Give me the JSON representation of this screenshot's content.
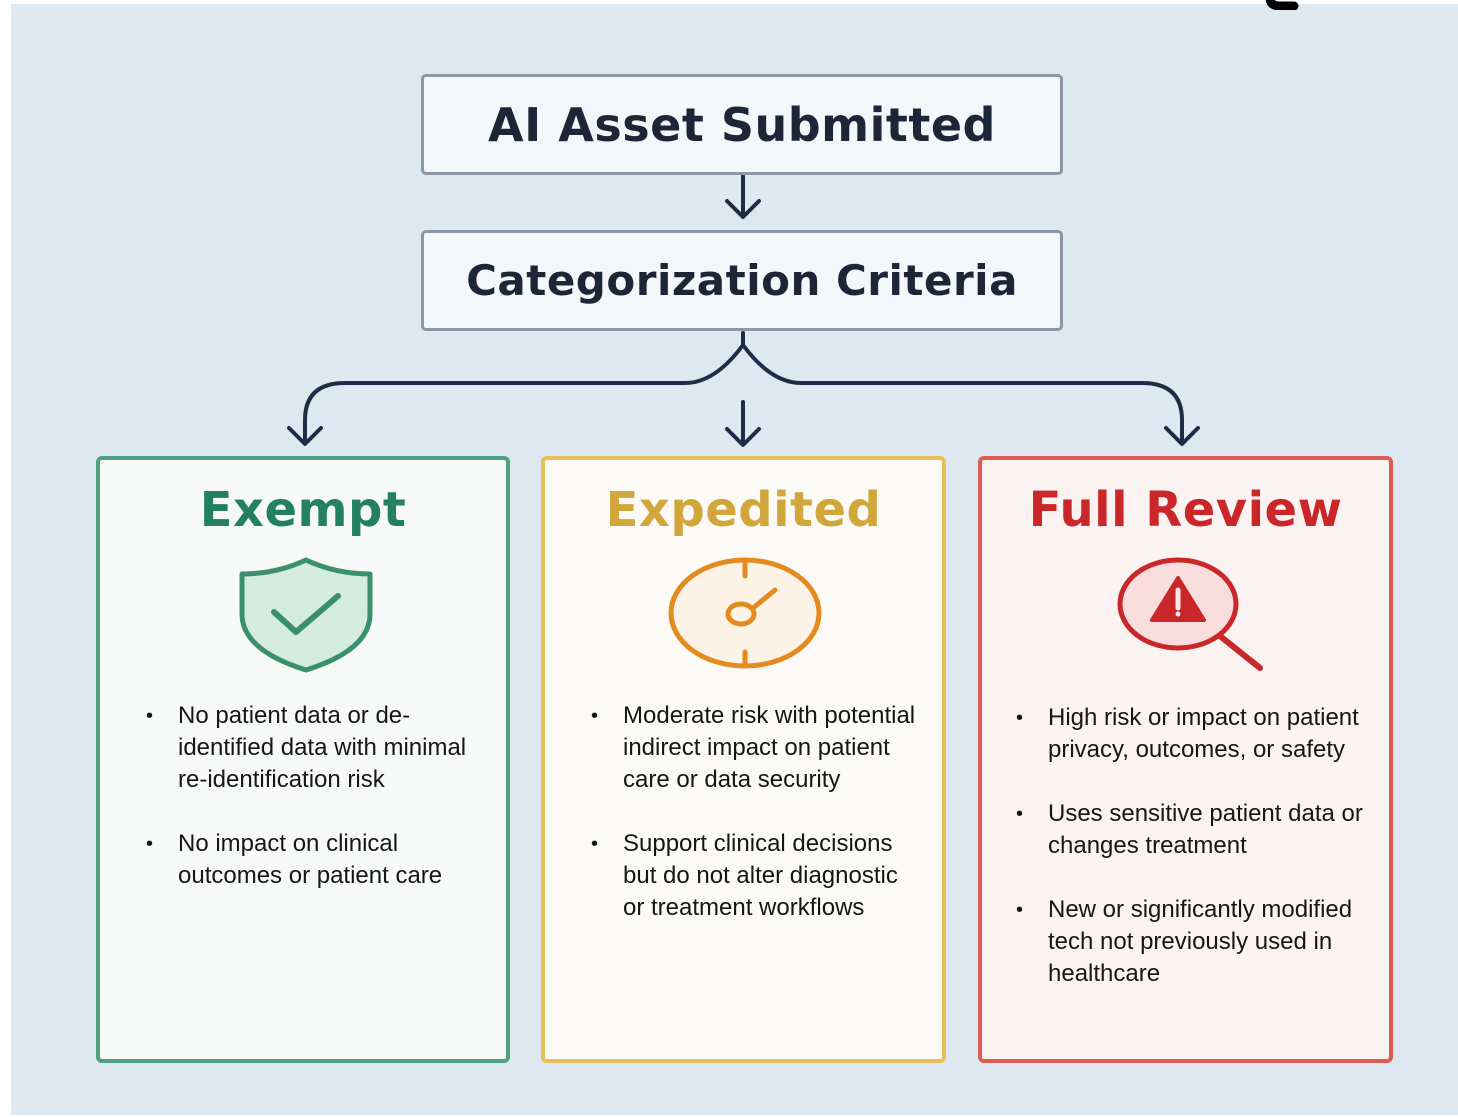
{
  "flow": {
    "top_box": "AI Asset Submitted",
    "criteria_box": "Categorization Criteria"
  },
  "categories": [
    {
      "title": "Exempt",
      "icon": "shield-check-icon",
      "color": "#238062",
      "border_color": "#4fa27e",
      "bullets": [
        "No patient data or de-identified data with minimal re-identification risk",
        "No impact on clinical outcomes or patient care"
      ]
    },
    {
      "title": "Expedited",
      "icon": "stopwatch-icon",
      "color": "#d1a63a",
      "border_color": "#e7be5a",
      "bullets": [
        "Moderate risk with potential indirect impact on patient care or data security",
        "Support clinical decisions but do not alter diagnostic or treatment workflows"
      ]
    },
    {
      "title": "Full Review",
      "icon": "warning-magnifier-icon",
      "color": "#c9272a",
      "border_color": "#dd5d52",
      "bullets": [
        "High risk or impact on patient privacy, outcomes, or safety",
        "Uses sensitive patient data or changes treatment",
        "New or significantly modified tech not previously used in healthcare"
      ]
    }
  ],
  "colors": {
    "background": "#dde8f1",
    "connector": "#1e2d45",
    "box_border": "#8b97a5"
  }
}
